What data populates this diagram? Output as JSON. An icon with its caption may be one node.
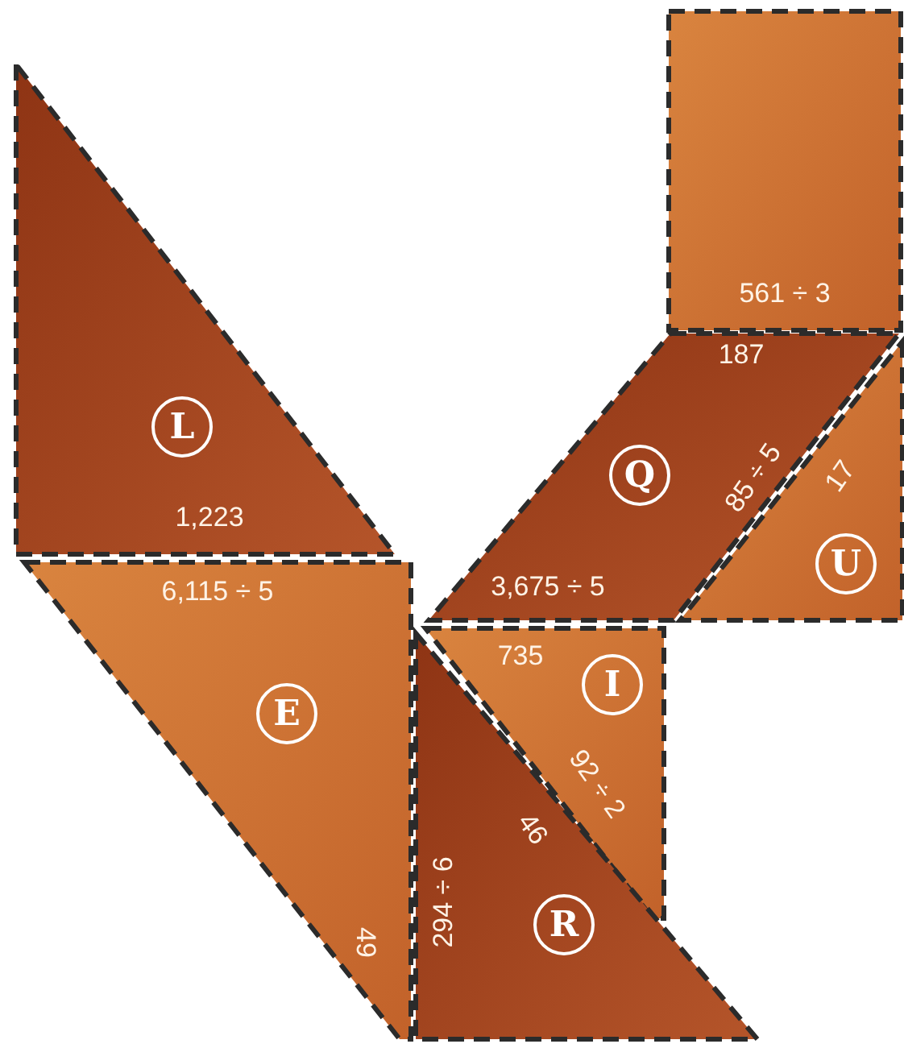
{
  "diagram": {
    "nodes": [
      {
        "text": [
          "L",
          "1,223"
        ]
      },
      {
        "text": [
          "561 ÷ 3"
        ]
      },
      {
        "text": [
          "187",
          "Q",
          "85 ÷ 5",
          "3,675 ÷ 5"
        ]
      },
      {
        "text": [
          "17",
          "U"
        ]
      },
      {
        "text": [
          "6,115 ÷ 5",
          "E",
          "49"
        ]
      },
      {
        "text": [
          "735",
          "I",
          "92 ÷ 2"
        ]
      },
      {
        "text": [
          "46",
          "294 ÷ 6",
          "R"
        ]
      }
    ],
    "edges": []
  }
}
